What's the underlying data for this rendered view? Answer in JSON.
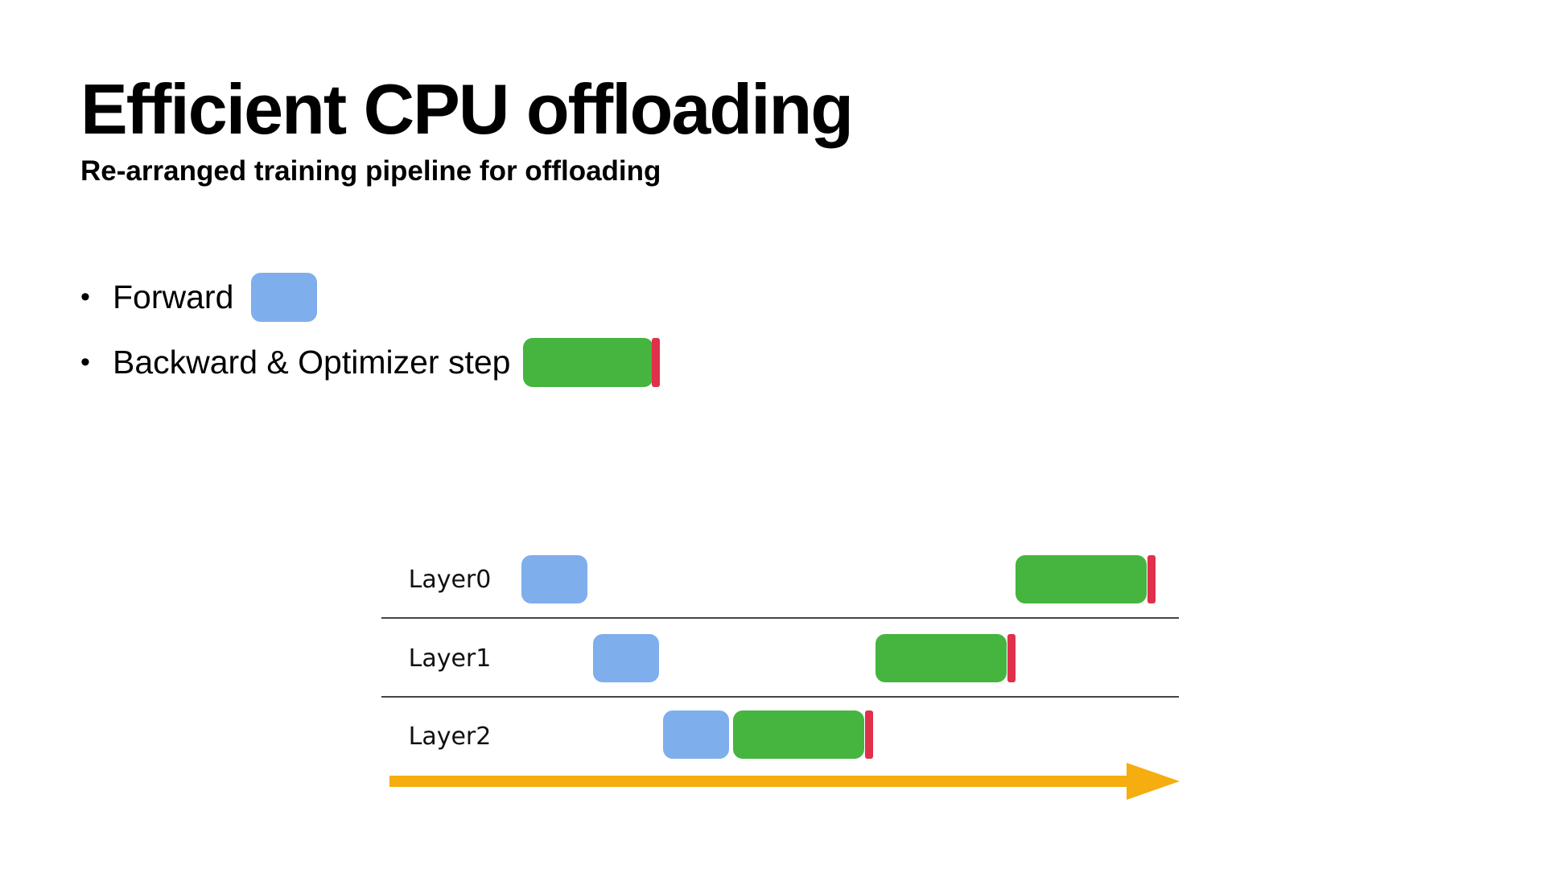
{
  "slide": {
    "title": "Efficient CPU offloading",
    "subtitle": "Re-arranged training pipeline for offloading"
  },
  "legend": {
    "forward_label": "Forward",
    "backward_label": "Backward & Optimizer step"
  },
  "colors": {
    "forward": "#7FAEEC",
    "backward": "#45B53F",
    "optimizer_step": "#E0304C",
    "time_arrow": "#F5AD0F",
    "row_divider": "#444444"
  },
  "rows": [
    {
      "label": "Layer0"
    },
    {
      "label": "Layer1"
    },
    {
      "label": "Layer2"
    }
  ]
}
